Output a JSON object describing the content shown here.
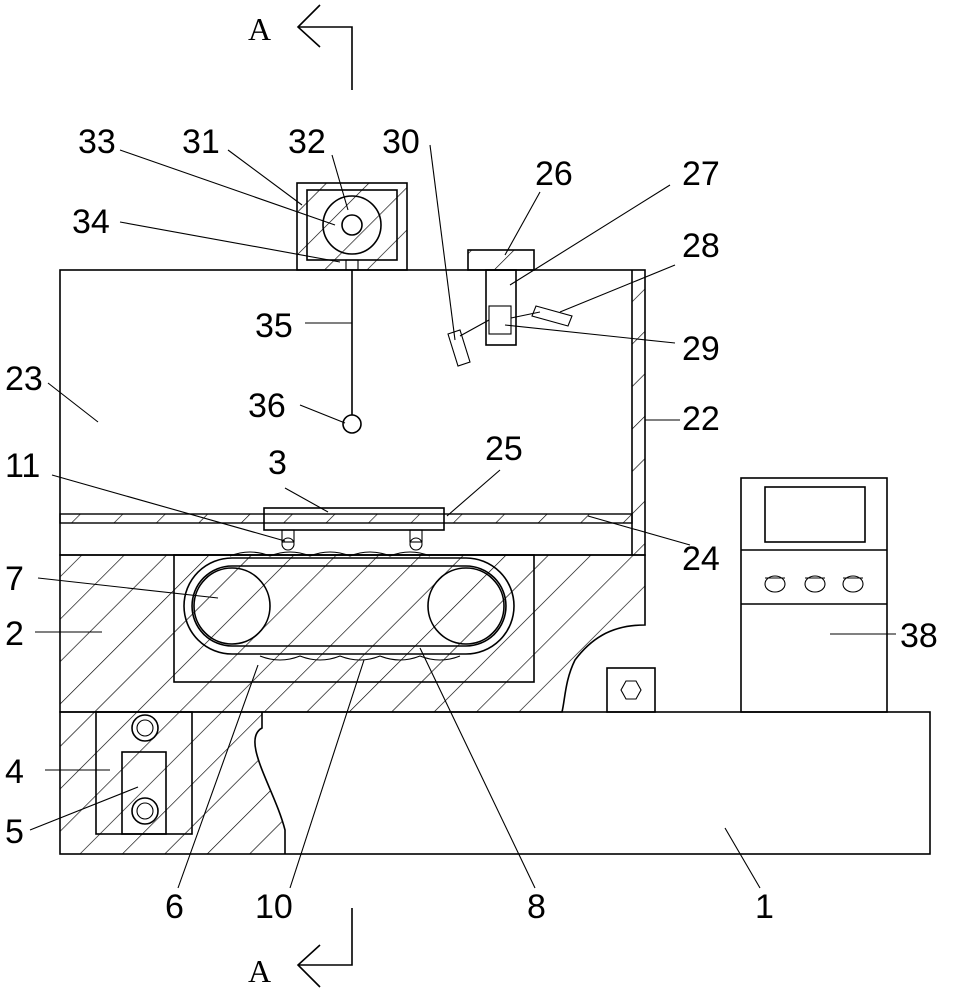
{
  "section_marks": {
    "top": "A",
    "bottom": "A"
  },
  "labels": {
    "l1": "1",
    "l2": "2",
    "l3": "3",
    "l4": "4",
    "l5": "5",
    "l6": "6",
    "l7": "7",
    "l8": "8",
    "l10": "10",
    "l11": "11",
    "l22": "22",
    "l23": "23",
    "l24": "24",
    "l25": "25",
    "l26": "26",
    "l27": "27",
    "l28": "28",
    "l29": "29",
    "l30": "30",
    "l31": "31",
    "l32": "32",
    "l33": "33",
    "l34": "34",
    "l35": "35",
    "l36": "36",
    "l38": "38"
  }
}
